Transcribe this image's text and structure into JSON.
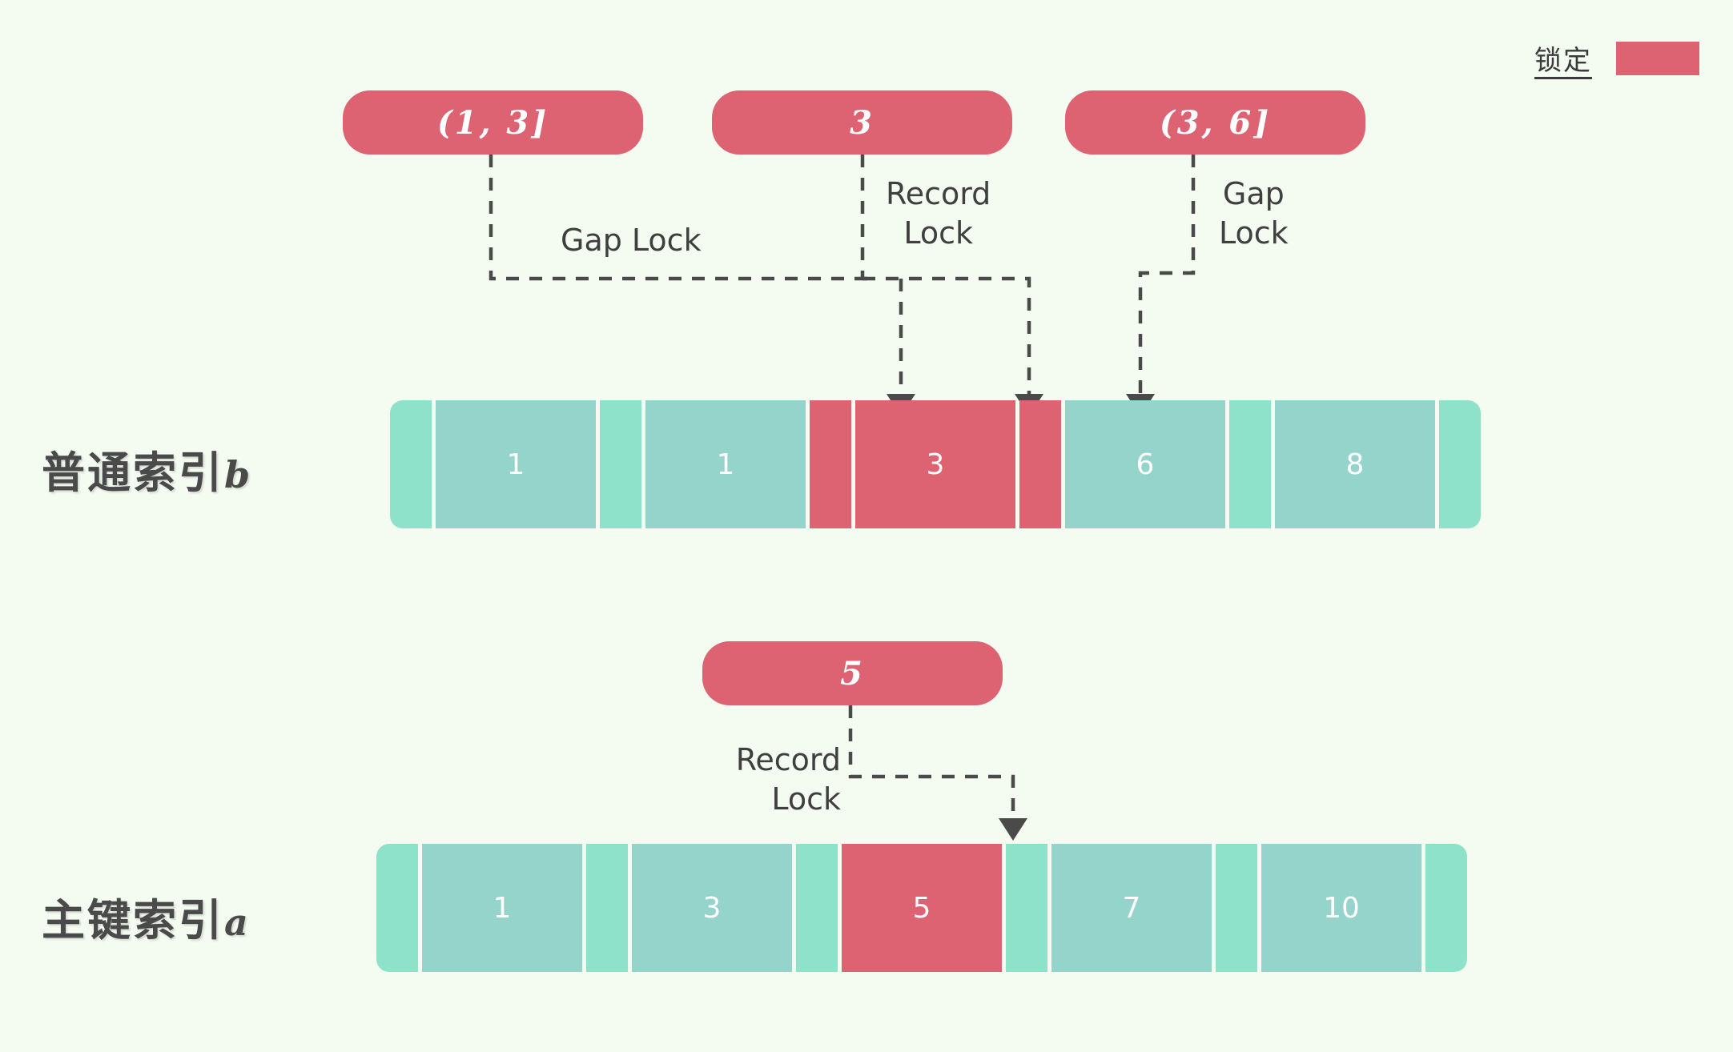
{
  "legend": {
    "label": "锁定",
    "swatch_color": "#dd6372"
  },
  "colors": {
    "background": "#f4fbf1",
    "locked": "#dd6372",
    "gap_cell": "#8ee2c9",
    "record_cell": "#95d4cb",
    "connector": "#4a4a4a",
    "text": "#4a4a4a"
  },
  "callouts": [
    {
      "id": "gap-lock-left",
      "text": "(1, 3]"
    },
    {
      "id": "record-lock-b",
      "text": "3"
    },
    {
      "id": "gap-lock-right",
      "text": "(3, 6]"
    },
    {
      "id": "record-lock-a",
      "text": "5"
    }
  ],
  "connector_labels": [
    {
      "id": "gap-lock-left-label",
      "text": "Gap Lock"
    },
    {
      "id": "record-lock-b-label",
      "text": "Record\nLock"
    },
    {
      "id": "gap-lock-right-label",
      "text": "Gap\nLock"
    },
    {
      "id": "record-lock-a-label",
      "text": "Record\nLock"
    }
  ],
  "rows": [
    {
      "id": "secondary-index",
      "label_cn": "普通索引",
      "label_suffix": "b",
      "cells": [
        {
          "type": "gap",
          "value": "",
          "locked": false
        },
        {
          "type": "record",
          "value": "1",
          "locked": false
        },
        {
          "type": "gap",
          "value": "",
          "locked": false
        },
        {
          "type": "record",
          "value": "1",
          "locked": false
        },
        {
          "type": "gap",
          "value": "",
          "locked": true
        },
        {
          "type": "record",
          "value": "3",
          "locked": true
        },
        {
          "type": "gap",
          "value": "",
          "locked": true
        },
        {
          "type": "record",
          "value": "6",
          "locked": false
        },
        {
          "type": "gap",
          "value": "",
          "locked": false
        },
        {
          "type": "record",
          "value": "8",
          "locked": false
        },
        {
          "type": "gap",
          "value": "",
          "locked": false
        }
      ]
    },
    {
      "id": "primary-index",
      "label_cn": "主键索引",
      "label_suffix": "a",
      "cells": [
        {
          "type": "gap",
          "value": "",
          "locked": false
        },
        {
          "type": "record",
          "value": "1",
          "locked": false
        },
        {
          "type": "gap",
          "value": "",
          "locked": false
        },
        {
          "type": "record",
          "value": "3",
          "locked": false
        },
        {
          "type": "gap",
          "value": "",
          "locked": false
        },
        {
          "type": "record",
          "value": "5",
          "locked": true
        },
        {
          "type": "gap",
          "value": "",
          "locked": false
        },
        {
          "type": "record",
          "value": "7",
          "locked": false
        },
        {
          "type": "gap",
          "value": "",
          "locked": false
        },
        {
          "type": "record",
          "value": "10",
          "locked": false
        },
        {
          "type": "gap",
          "value": "",
          "locked": false
        }
      ]
    }
  ]
}
